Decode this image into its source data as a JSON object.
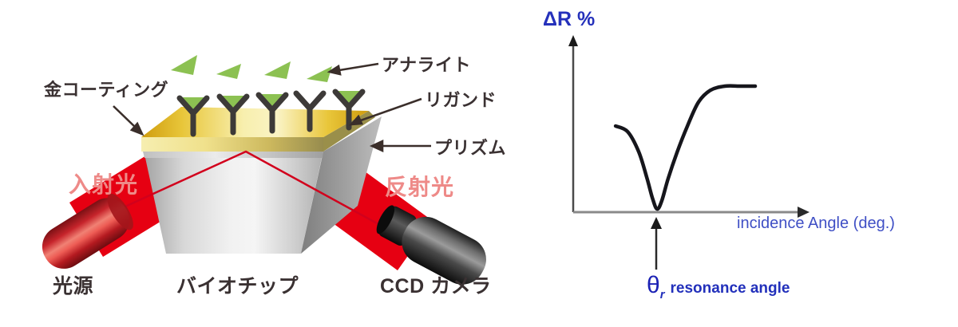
{
  "figure": {
    "type": "SPR biosensor schematic with resonance response curve"
  },
  "diagram": {
    "labels": {
      "gold_coating": "金コーティング",
      "analyte": "アナライト",
      "ligand": "リガンド",
      "prism": "プリズム",
      "incident_light": "入射光",
      "reflected_light": "反射光",
      "light_source": "光源",
      "biochip": "バイオチップ",
      "ccd_camera": "CCD カメラ"
    },
    "colors": {
      "gold_layer": "#e8c63a",
      "analyte_green": "#8cc152",
      "beam_red": "#e60012",
      "dark_label": "#3a3132",
      "red_label": "#ee8a88"
    }
  },
  "chart": {
    "y_axis_label": "ΔR %",
    "x_axis_label": "incidence Angle (deg.)",
    "annotation": {
      "theta": "θ",
      "subscript": "r",
      "text": "resonance angle"
    },
    "text_blue": "#2531bb"
  },
  "chart_data": {
    "type": "line",
    "title": "",
    "xlabel": "incidence Angle (deg.)",
    "ylabel": "ΔR %",
    "axis_numeric_labels": false,
    "grid": false,
    "legend": false,
    "series": [
      {
        "name": "SPR reflectivity dip",
        "points_normalized": [
          [
            0.18,
            0.491
          ],
          [
            0.231,
            0.459
          ],
          [
            0.278,
            0.345
          ],
          [
            0.312,
            0.2
          ],
          [
            0.336,
            0.082
          ],
          [
            0.356,
            0.018
          ],
          [
            0.376,
            0.064
          ],
          [
            0.403,
            0.191
          ],
          [
            0.441,
            0.341
          ],
          [
            0.485,
            0.491
          ],
          [
            0.532,
            0.627
          ],
          [
            0.583,
            0.695
          ],
          [
            0.644,
            0.718
          ],
          [
            0.712,
            0.718
          ],
          [
            0.773,
            0.718
          ]
        ]
      }
    ],
    "annotations": [
      {
        "text": "θr resonance angle",
        "x_normalized": 0.356,
        "marker": "upward arrow at curve minimum below x-axis"
      }
    ]
  }
}
